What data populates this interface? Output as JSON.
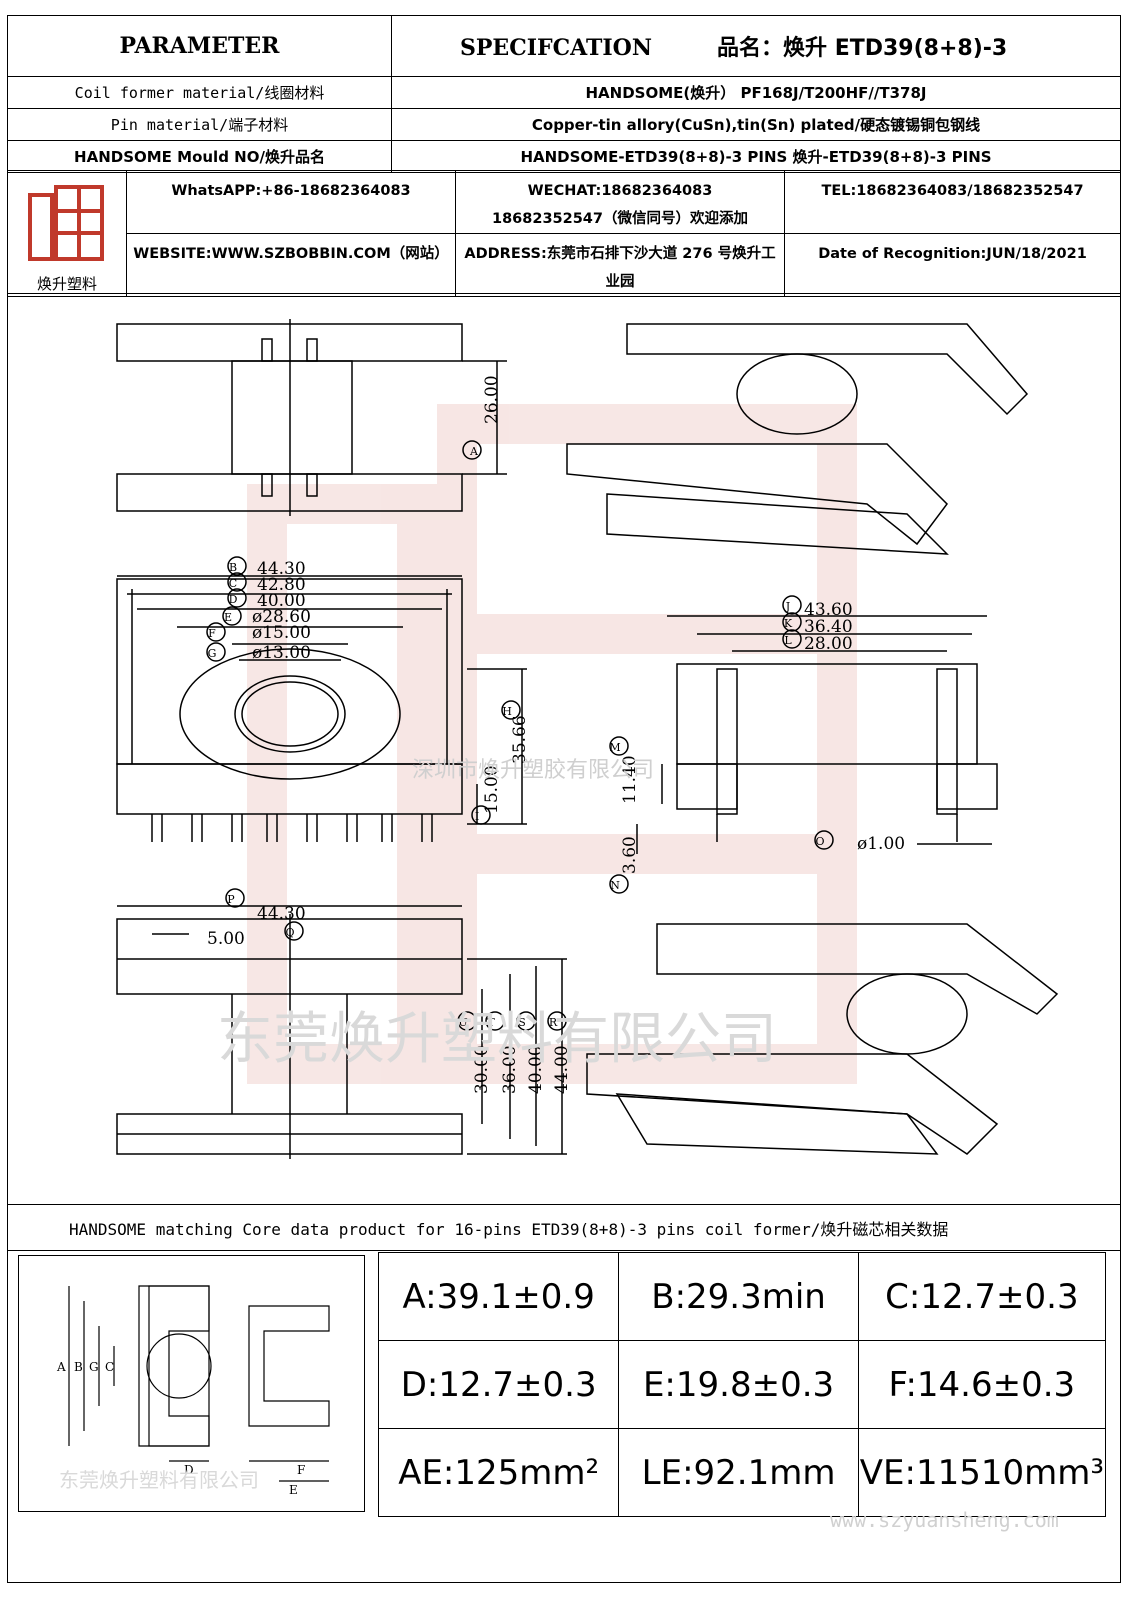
{
  "header": {
    "parameter": "PARAMETER",
    "specification": "SPECIFCATION",
    "product_title": "品名：焕升 ETD39(8+8)-3"
  },
  "rows": [
    {
      "label": "Coil former material/线圈材料",
      "value": "HANDSOME(焕升）   PF168J/T200HF//T378J"
    },
    {
      "label": "Pin material/端子材料",
      "value": "Copper-tin allory(CuSn),tin(Sn) plated/硬态镀锡铜包钢线"
    },
    {
      "label": "HANDSOME Mould NO/焕升品名",
      "value": "HANDSOME-ETD39(8+8)-3 PINS    焕升-ETD39(8+8)-3 PINS"
    }
  ],
  "company": {
    "logo_caption": "焕升塑料",
    "whatsapp": "WhatsAPP:+86-18682364083",
    "wechat": "WECHAT:18682364083",
    "wechat2": "18682352547（微信同号）欢迎添加",
    "tel": "TEL:18682364083/18682352547",
    "website": "WEBSITE:WWW.SZBOBBIN.COM（网站）",
    "address": "ADDRESS:东莞市石排下沙大道 276 号焕升工业园",
    "date": "Date of Recognition:JUN/18/2021"
  },
  "drawing": {
    "dims": {
      "A": "26.00",
      "B": "44.30",
      "C": "42.80",
      "D": "40.00",
      "E": "ø28.60",
      "F": "ø15.00",
      "G": "ø13.00",
      "H": "35.66",
      "I": "15.00",
      "J": "43.60",
      "K": "36.40",
      "L": "28.00",
      "M": "11.40",
      "N": "3.60",
      "O": "ø1.00",
      "P": "44.30",
      "Q": "5.00",
      "R": "44.00",
      "S": "40.00",
      "T": "36.00",
      "U": "30.00"
    },
    "watermark1": "深圳市焕升塑胶有限公司",
    "watermark2": "东莞焕升塑料有限公司"
  },
  "core": {
    "title": "HANDSOME matching Core data  product for 16-pins ETD39(8+8)-3 pins coil former/焕升磁芯相关数据",
    "cells": [
      "A:39.1±0.9",
      "B:29.3min",
      "C:12.7±0.3",
      "D:12.7±0.3",
      "E:19.8±0.3",
      "F:14.6±0.3",
      "AE:125mm²",
      "LE:92.1mm",
      "VE:11510mm³"
    ],
    "img_labels": [
      "A",
      "B",
      "G",
      "C",
      "D",
      "F",
      "E"
    ],
    "img_watermark": "东莞焕升塑料有限公司",
    "footer_url": "www.szyuansheng.com"
  }
}
